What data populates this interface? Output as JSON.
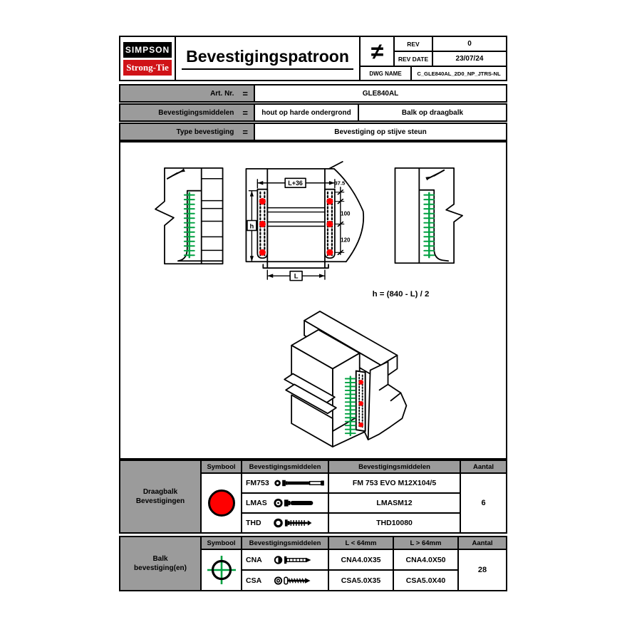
{
  "header": {
    "logo_line1": "SIMPSON",
    "logo_line2": "Strong-Tie",
    "title": "Bevestigingspatroon",
    "not_equal_symbol": "≠",
    "rev_label": "REV",
    "rev_value": "0",
    "rev_date_label": "REV DATE",
    "rev_date_value": "23/07/24",
    "dwg_name_label": "DWG NAME",
    "dwg_name_value": "C_GLE840AL_2D0_NP_JTRS-NL"
  },
  "info": {
    "rows": [
      {
        "label": "Art. Nr.",
        "eq": "=",
        "value": "GLE840AL"
      },
      {
        "label": "Bevestigingsmiddelen",
        "eq": "=",
        "value1": "hout op harde ondergrond",
        "value2": "Balk op draagbalk"
      },
      {
        "label": "Type bevestiging",
        "eq": "=",
        "value": "Bevestiging op stijve steun"
      }
    ]
  },
  "drawing": {
    "dims": {
      "top_width": "L+36",
      "right_top": "37.5",
      "right_mid": "100",
      "right_bottom": "120",
      "height": "h",
      "length": "L"
    },
    "formula": "h = (840 - L) / 2"
  },
  "tables": {
    "draagbalk": {
      "row_label": "Draagbalk Bevestigingen",
      "headers": [
        "Symbool",
        "Bevestigingsmiddelen",
        "Bevestigingsmiddelen",
        "Aantal"
      ],
      "symbol": "red-circle",
      "rows": [
        {
          "code": "FM753",
          "name": "FM 753 EVO M12X104/5"
        },
        {
          "code": "LMAS",
          "name": "LMASM12"
        },
        {
          "code": "THD",
          "name": "THD10080"
        }
      ],
      "aantal": "6"
    },
    "balk": {
      "row_label": "Balk bevestiging(en)",
      "headers": [
        "Symbool",
        "Bevestigingsmiddelen",
        "L < 64mm",
        "L > 64mm",
        "Aantal"
      ],
      "symbol": "green-crosshair",
      "rows": [
        {
          "code": "CNA",
          "l_small": "CNA4.0X35",
          "l_large": "CNA4.0X50"
        },
        {
          "code": "CSA",
          "l_small": "CSA5.0X35",
          "l_large": "CSA5.0X40"
        }
      ],
      "aantal": "28"
    }
  },
  "colors": {
    "red": "#ff0000",
    "green": "#00a040",
    "gray": "#9b9b9b",
    "logo_red": "#d01217"
  }
}
